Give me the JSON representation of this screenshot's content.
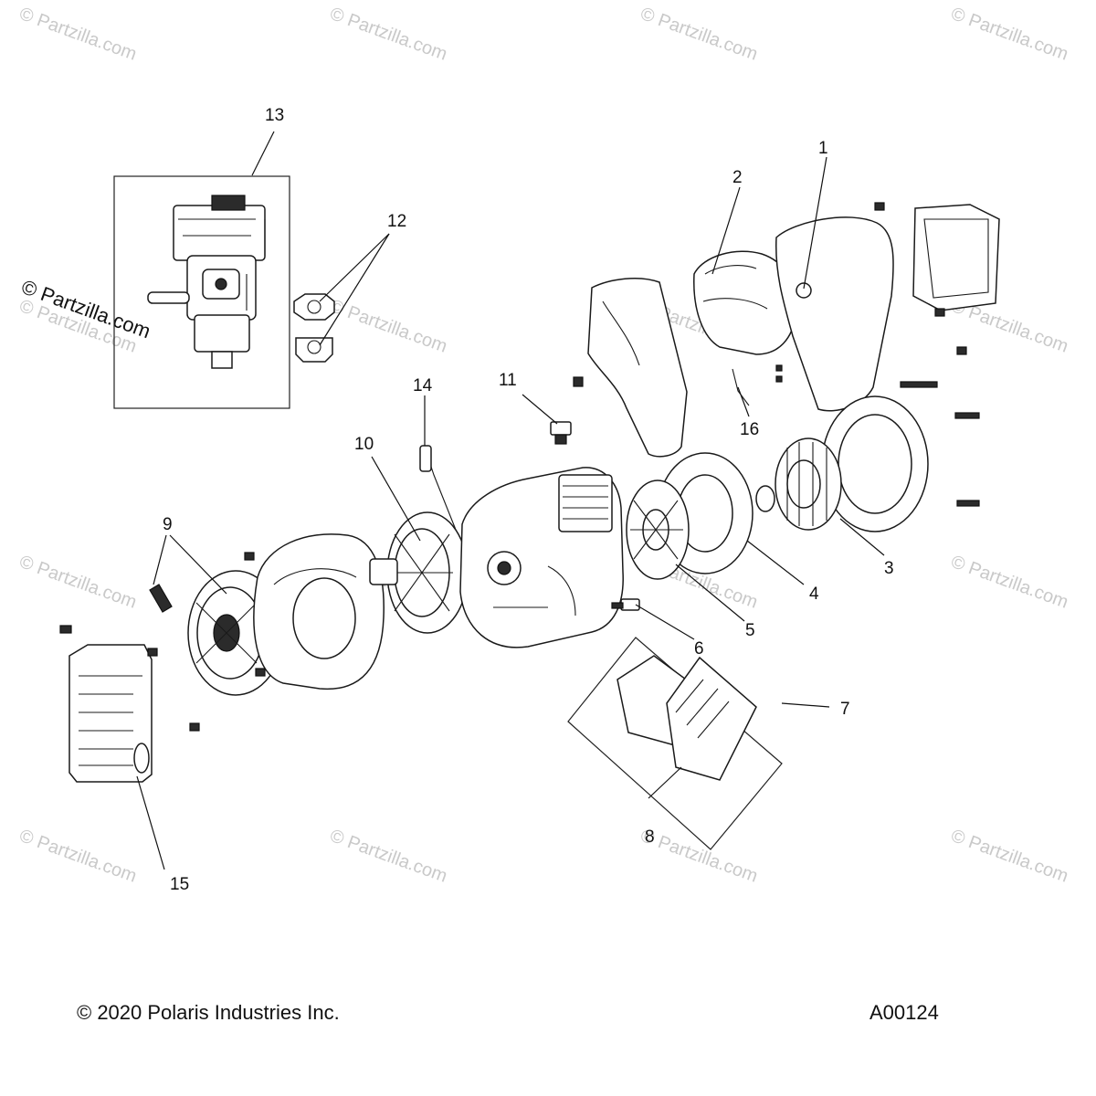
{
  "footer": {
    "copyright": "© 2020 Polaris Industries Inc.",
    "drawing_id": "A00124"
  },
  "watermark": {
    "text": "© Partzilla.com"
  },
  "callouts": [
    {
      "id": "1",
      "label": "1"
    },
    {
      "id": "2",
      "label": "2"
    },
    {
      "id": "3",
      "label": "3"
    },
    {
      "id": "4",
      "label": "4"
    },
    {
      "id": "5",
      "label": "5"
    },
    {
      "id": "6",
      "label": "6"
    },
    {
      "id": "7",
      "label": "7"
    },
    {
      "id": "8",
      "label": "8"
    },
    {
      "id": "9",
      "label": "9"
    },
    {
      "id": "10",
      "label": "10"
    },
    {
      "id": "11",
      "label": "11"
    },
    {
      "id": "12",
      "label": "12"
    },
    {
      "id": "13",
      "label": "13"
    },
    {
      "id": "14",
      "label": "14"
    },
    {
      "id": "15",
      "label": "15"
    },
    {
      "id": "16",
      "label": "16"
    }
  ]
}
